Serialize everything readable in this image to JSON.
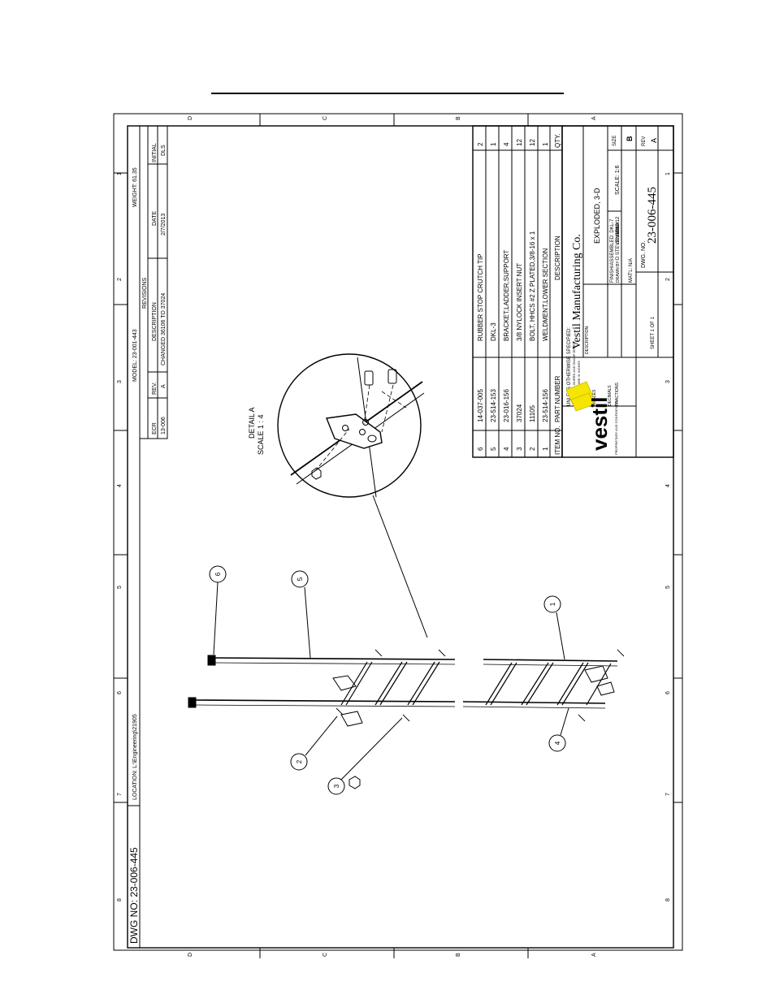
{
  "drawing": {
    "dwg_no_label": "DWG NO: 23-006-445",
    "location": "LOCATION: L:\\Engineering\\21905",
    "model": "MODEL: 23-001-443",
    "weight": "WEIGHT: 61.35",
    "zone_letters": [
      "D",
      "C",
      "B",
      "A"
    ],
    "zone_numbers": [
      "8",
      "7",
      "6",
      "5",
      "4",
      "3",
      "2",
      "1"
    ]
  },
  "revisions": {
    "title": "REVISIONS",
    "headers": [
      "ECR",
      "REV.",
      "DESCRIPTION",
      "DATE",
      "INITIAL"
    ],
    "rows": [
      [
        "13-006",
        "A",
        "CHANGED 36106 TO 37024",
        "2/7/2013",
        "DLS"
      ]
    ]
  },
  "bom": {
    "headers": [
      "ITEM NO.",
      "PART NUMBER",
      "DESCRIPTION",
      "QTY."
    ],
    "rows": [
      [
        "6",
        "14-037-005",
        "RUBBER STOP CRUTCH TIP",
        "2"
      ],
      [
        "5",
        "23-514-153",
        "DKL-3",
        "1"
      ],
      [
        "4",
        "23-016-156",
        "BRACKET,LADDER,SUPPORT",
        "4"
      ],
      [
        "3",
        "37024",
        "3/8 NYLOCK INSERT NUT",
        "12"
      ],
      [
        "2",
        "11105",
        "BOLT, HHCS #2 Z PLATED,3/8-16 x 1",
        "12"
      ],
      [
        "1",
        "23-514-156",
        "WELDMENT,LOWER SECTION",
        "1"
      ]
    ]
  },
  "title_block": {
    "company": "Vestil Manufacturing Co.",
    "logo_text": "vestil",
    "description_label": "DESCRIPTION:",
    "description": "EXPLODED, 3-D",
    "unless": "UNLESS OTHERWISE SPECIFIED:",
    "fine_lines": [
      "REMOVE ALL BURRS AND SHARP EDGES",
      "DIMENSIONS ARE IN INCHES"
    ],
    "tolerances": [
      "DECIMALS",
      "FRACTIONS",
      "ANGLES"
    ],
    "proprietary": "PROPRIETARY AND CONFIDENTIAL",
    "drawn_by": "DRAWN BY:",
    "checked": "CHECKED BY:",
    "finish": "FINISH/ASSEMBLED: DKL-7",
    "designer": "DESIGNER:",
    "drawn_name": "D STEVENSON",
    "date_drawn": "08/10/12",
    "matl": "MAT'L: N/A",
    "size_label": "SIZE",
    "size": "B",
    "scale": "SCALE: 1:6",
    "dwg_label": "DWG. NO.",
    "dwg_no": "23-006-445",
    "rev_label": "REV",
    "rev": "A",
    "sheet": "SHEET 1 OF 1"
  },
  "detail": {
    "title": "DETAIL A",
    "scale": "SCALE 1 : 4"
  },
  "balloons": [
    "6",
    "5",
    "1",
    "2",
    "3",
    "4"
  ]
}
